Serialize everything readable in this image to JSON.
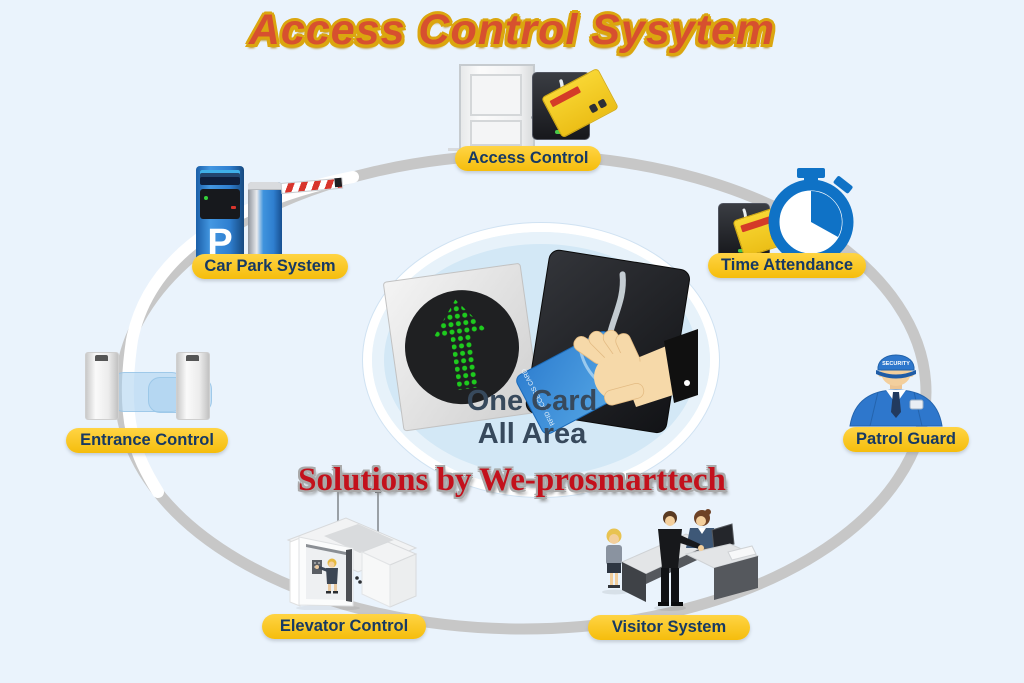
{
  "title": "Access Control Sysytem",
  "subtitle": "Solutions by We-prosmarttech",
  "center": {
    "line1": "One Card",
    "line2": "All Area",
    "card_label": "RFID ACCESS CARD"
  },
  "nodes": {
    "access_control": {
      "label": "Access Control"
    },
    "car_park": {
      "label": "Car Park System",
      "sign_letter": "P"
    },
    "time_attendance": {
      "label": "Time Attendance"
    },
    "patrol_guard": {
      "label": "Patrol Guard",
      "cap_text": "SECURITY"
    },
    "entrance_control": {
      "label": "Entrance Control"
    },
    "elevator_control": {
      "label": "Elevator Control"
    },
    "visitor_system": {
      "label": "Visitor System"
    }
  },
  "colors": {
    "background": "#eaf3fc",
    "label_bg": "#f7c513",
    "label_text": "#173963",
    "title_fill": "#d7502f",
    "title_outline": "#dba60f",
    "subtitle_red": "#c3111c",
    "ring_gray": "#c7c7c7",
    "center_fill": "#d3e8f6",
    "accent_blue": "#1277c8",
    "arrow_green": "#1ecb1e"
  }
}
